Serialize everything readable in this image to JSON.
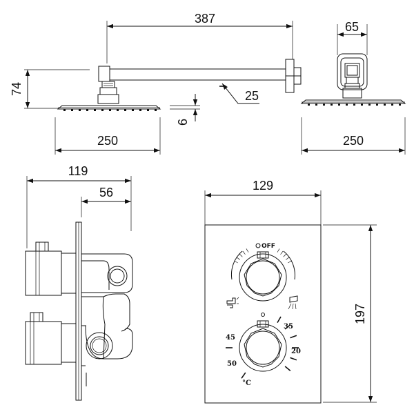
{
  "dimensions": {
    "arm_length": "387",
    "arm_depth": "65",
    "height": "74",
    "arm_diameter": "25",
    "head_thickness": "6",
    "head_width_front": "250",
    "head_width_side": "250",
    "valve_depth": "119",
    "valve_projection": "56",
    "plate_width": "129",
    "plate_height": "197"
  },
  "plate": {
    "off_label": "OFF",
    "temperature_marks": [
      "45",
      "35",
      "20",
      "50"
    ],
    "unit": "°C"
  }
}
